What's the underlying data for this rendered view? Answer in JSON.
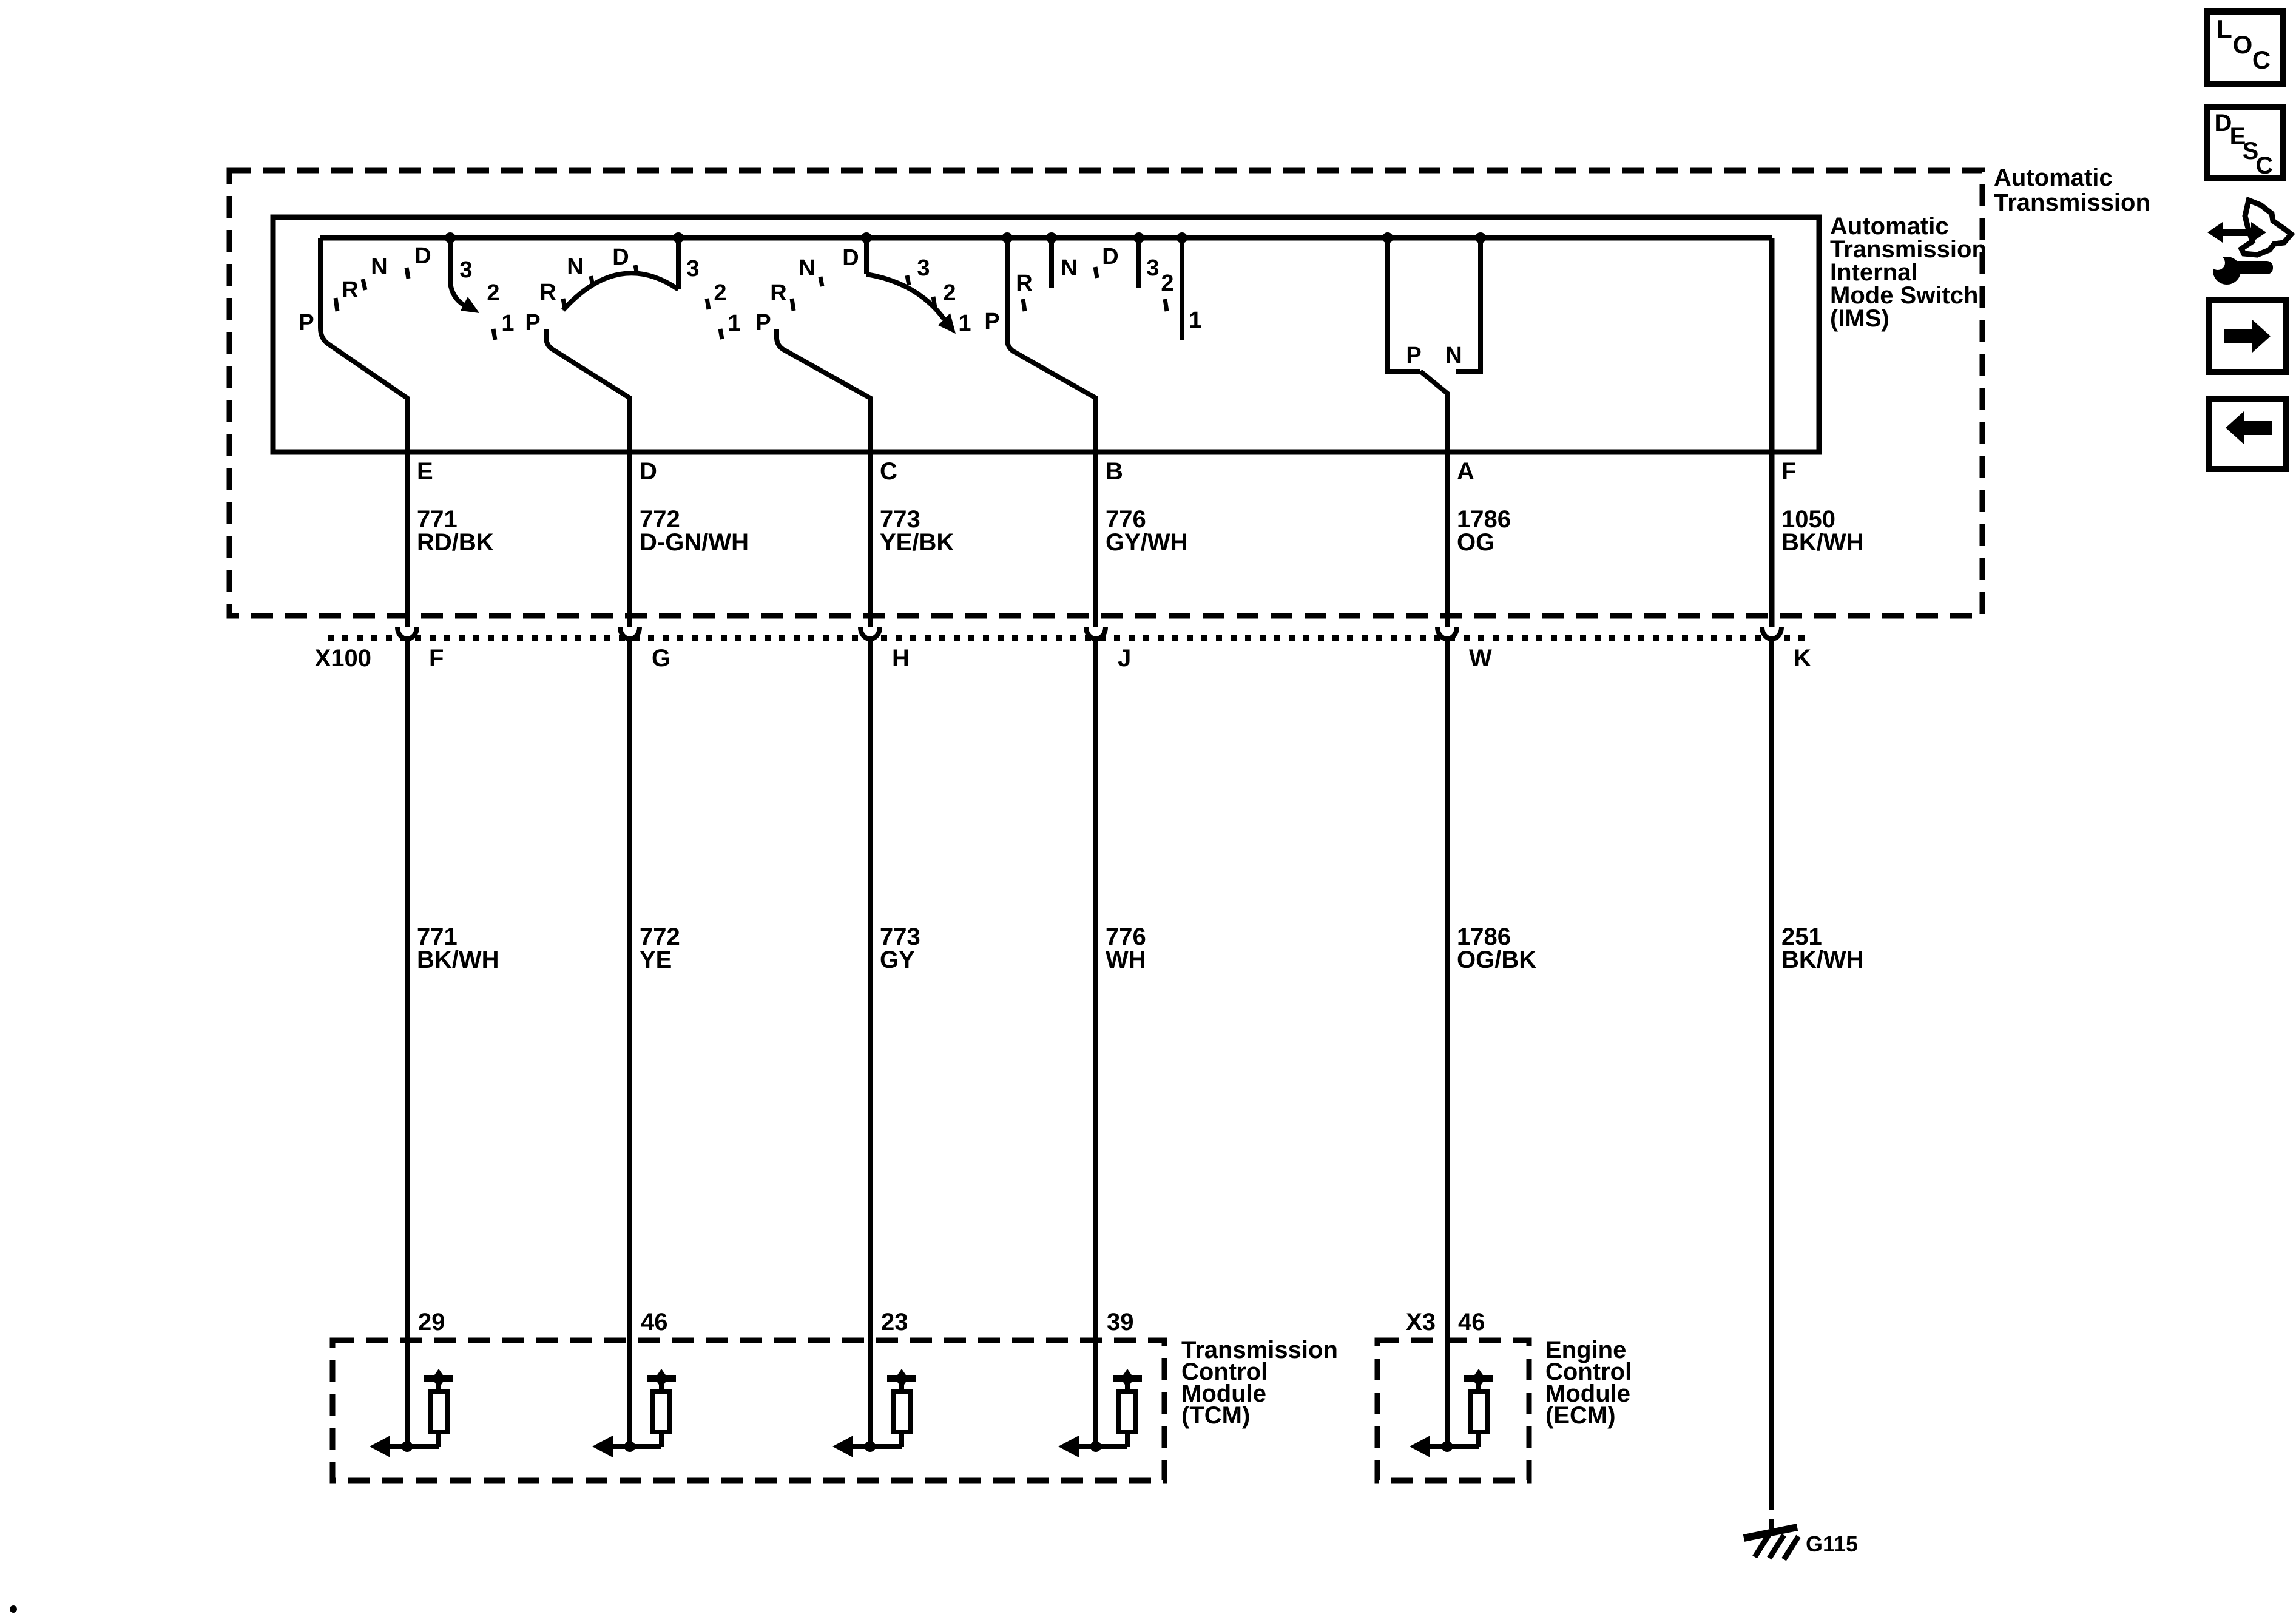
{
  "labels": {
    "outer_box_line1": "Automatic",
    "outer_box_line2": "Transmission",
    "ims_line1": "Automatic",
    "ims_line2": "Transmission",
    "ims_line3": "Internal",
    "ims_line4": "Mode Switch",
    "ims_line5": "(IMS)",
    "tcm_line1": "Transmission",
    "tcm_line2": "Control",
    "tcm_line3": "Module",
    "tcm_line4": "(TCM)",
    "ecm_line1": "Engine",
    "ecm_line2": "Control",
    "ecm_line3": "Module",
    "ecm_line4": "(ECM)",
    "ground": "G115",
    "connector": "X100"
  },
  "switch_positions": [
    "P",
    "R",
    "N",
    "D",
    "3",
    "2",
    "1"
  ],
  "pn_positions": [
    "P",
    "N"
  ],
  "ims_pins": [
    "E",
    "D",
    "C",
    "B",
    "A",
    "F"
  ],
  "x100_pins": [
    "F",
    "G",
    "H",
    "J",
    "W",
    "K"
  ],
  "upper_wires": [
    {
      "circuit": "771",
      "color": "RD/BK"
    },
    {
      "circuit": "772",
      "color": "D-GN/WH"
    },
    {
      "circuit": "773",
      "color": "YE/BK"
    },
    {
      "circuit": "776",
      "color": "GY/WH"
    },
    {
      "circuit": "1786",
      "color": "OG"
    },
    {
      "circuit": "1050",
      "color": "BK/WH"
    }
  ],
  "lower_wires": [
    {
      "circuit": "771",
      "color": "BK/WH"
    },
    {
      "circuit": "772",
      "color": "YE"
    },
    {
      "circuit": "773",
      "color": "GY"
    },
    {
      "circuit": "776",
      "color": "WH"
    },
    {
      "circuit": "1786",
      "color": "OG/BK"
    },
    {
      "circuit": "251",
      "color": "BK/WH"
    }
  ],
  "tcm_pins": [
    "29",
    "46",
    "23",
    "39"
  ],
  "ecm_pin": {
    "connector": "X3",
    "pin": "46"
  },
  "toolbar": {
    "loc": [
      "L",
      "O",
      "C"
    ],
    "desc": [
      "D",
      "E",
      "S",
      "C"
    ]
  },
  "colors": {
    "ink": "#000000",
    "paper": "#ffffff"
  }
}
